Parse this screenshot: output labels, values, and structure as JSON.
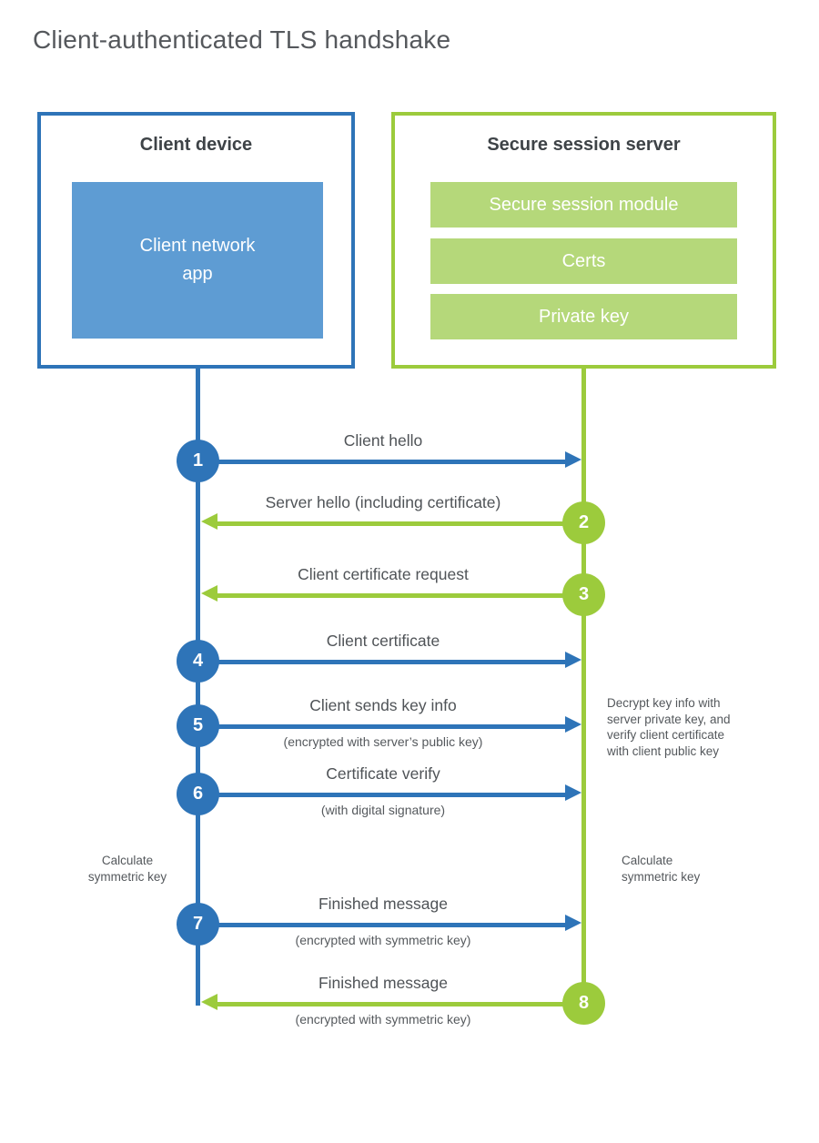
{
  "title": "Client-authenticated TLS handshake",
  "colors": {
    "blue": "#2E74B8",
    "blue_fill": "#5E9CD3",
    "green": "#9CCB3C",
    "green_fill": "#B5D87A"
  },
  "client": {
    "title": "Client device",
    "app_label": "Client network\napp"
  },
  "server": {
    "title": "Secure session server",
    "modules": [
      "Secure session module",
      "Certs",
      "Private key"
    ]
  },
  "arrows": [
    {
      "step": "1",
      "label": "Client hello",
      "sublabel": "",
      "from": "client",
      "to": "server"
    },
    {
      "step": "2",
      "label": "Server hello (including certificate)",
      "sublabel": "",
      "from": "server",
      "to": "client"
    },
    {
      "step": "3",
      "label": "Client certificate request",
      "sublabel": "",
      "from": "server",
      "to": "client"
    },
    {
      "step": "4",
      "label": "Client certificate",
      "sublabel": "",
      "from": "client",
      "to": "server"
    },
    {
      "step": "5",
      "label": "Client sends key info",
      "sublabel": "(encrypted with server’s public key)",
      "from": "client",
      "to": "server"
    },
    {
      "step": "6",
      "label": "Certificate verify",
      "sublabel": "(with digital signature)",
      "from": "client",
      "to": "server"
    },
    {
      "step": "7",
      "label": "Finished message",
      "sublabel": "(encrypted with symmetric key)",
      "from": "client",
      "to": "server"
    },
    {
      "step": "8",
      "label": "Finished message",
      "sublabel": "(encrypted with symmetric key)",
      "from": "server",
      "to": "client"
    }
  ],
  "notes": {
    "decrypt": "Decrypt key info with\nserver private key, and\nverify client certificate\nwith client public key",
    "calc_left": "Calculate\nsymmetric key",
    "calc_right": "Calculate\nsymmetric key"
  }
}
